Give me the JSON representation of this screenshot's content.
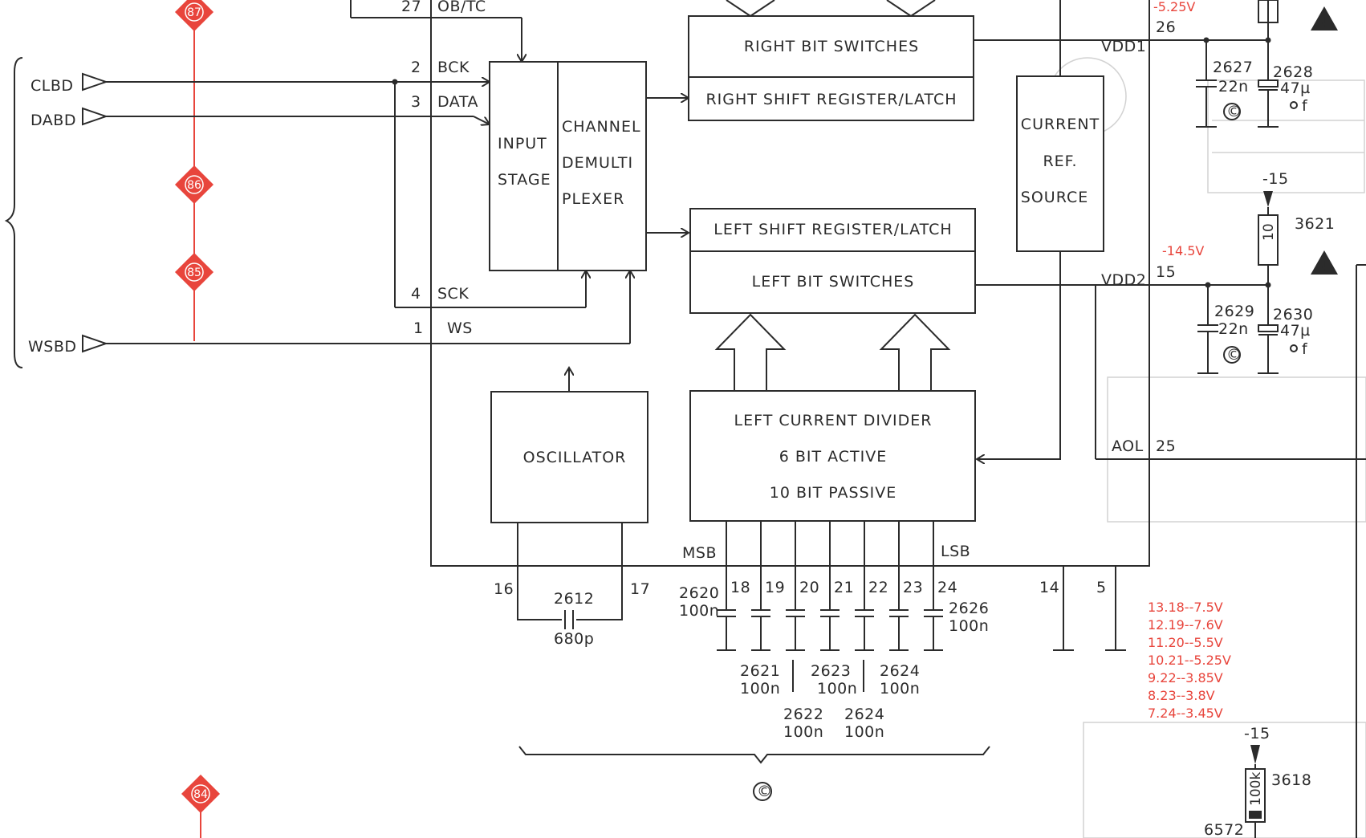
{
  "inputs": {
    "clbd": "CLBD",
    "dabd": "DABD",
    "wsbd": "WSBD"
  },
  "test_points": [
    "87",
    "86",
    "85",
    "84"
  ],
  "pins": {
    "p27": "27",
    "p2": "2",
    "p3": "3",
    "p4": "4",
    "p1": "1",
    "p26": "26",
    "p15": "15",
    "p25": "25",
    "p16": "16",
    "p17": "17",
    "p14": "14",
    "p5": "5",
    "p18": "18",
    "p19": "19",
    "p20": "20",
    "p21": "21",
    "p22": "22",
    "p23": "23",
    "p24": "24"
  },
  "signals": {
    "obtc": "OB/TC",
    "bck": "BCK",
    "data": "DATA",
    "sck": "SCK",
    "ws": "WS",
    "vdd1": "VDD1",
    "vdd2": "VDD2",
    "aol": "AOL",
    "msb": "MSB",
    "lsb": "LSB"
  },
  "blocks": {
    "input_stage": [
      "INPUT",
      "STAGE"
    ],
    "channel_demux": [
      "CHANNEL",
      "DEMULTI",
      "PLEXER"
    ],
    "right_bit_switches": "RIGHT BIT SWITCHES",
    "right_shift_register": "RIGHT SHIFT REGISTER/LATCH",
    "left_shift_register": "LEFT SHIFT REGISTER/LATCH",
    "left_bit_switches": "LEFT BIT SWITCHES",
    "current_ref": [
      "CURRENT",
      "REF.",
      "SOURCE"
    ],
    "oscillator": "OSCILLATOR",
    "left_current_divider": [
      "LEFT CURRENT DIVIDER",
      "6 BIT ACTIVE",
      "10 BIT PASSIVE"
    ]
  },
  "components": {
    "c2612": {
      "ref": "2612",
      "value": "680p"
    },
    "c2620": {
      "ref": "2620",
      "value": "100n"
    },
    "c2621": {
      "ref": "2621",
      "value": "100n"
    },
    "c2622": {
      "ref": "2622",
      "value": "100n"
    },
    "c2623": {
      "ref": "2623",
      "value": "100n"
    },
    "c2624a": {
      "ref": "2624",
      "value": "100n"
    },
    "c2624b": {
      "ref": "2624",
      "value": "100n"
    },
    "c2626": {
      "ref": "2626",
      "value": "100n"
    },
    "c2627": {
      "ref": "2627",
      "value": "22n"
    },
    "c2628": {
      "ref": "2628",
      "value": "47µ"
    },
    "c2629": {
      "ref": "2629",
      "value": "22n"
    },
    "c2630": {
      "ref": "2630",
      "value": "47µ"
    },
    "r3621": {
      "ref": "3621",
      "value": "10"
    },
    "r3618": {
      "ref": "3618",
      "value": "100k"
    },
    "ref6572": "6572",
    "f_label": "f",
    "rail_m15": "-15",
    "rail_m15b": "-15"
  },
  "voltages": {
    "top": "-5.25V",
    "vdd2_v": "-14.5V",
    "list": [
      "13.18--7.5V",
      "12.19--7.6V",
      "11.20--5.5V",
      "10.21--5.25V",
      "9.22--3.85V",
      "8.23--3.8V",
      "7.24--3.45V"
    ]
  },
  "symbols": {
    "copyright": "©",
    "warning": "!"
  },
  "colors": {
    "ink": "#2b2b2b",
    "red": "#e8453c"
  }
}
